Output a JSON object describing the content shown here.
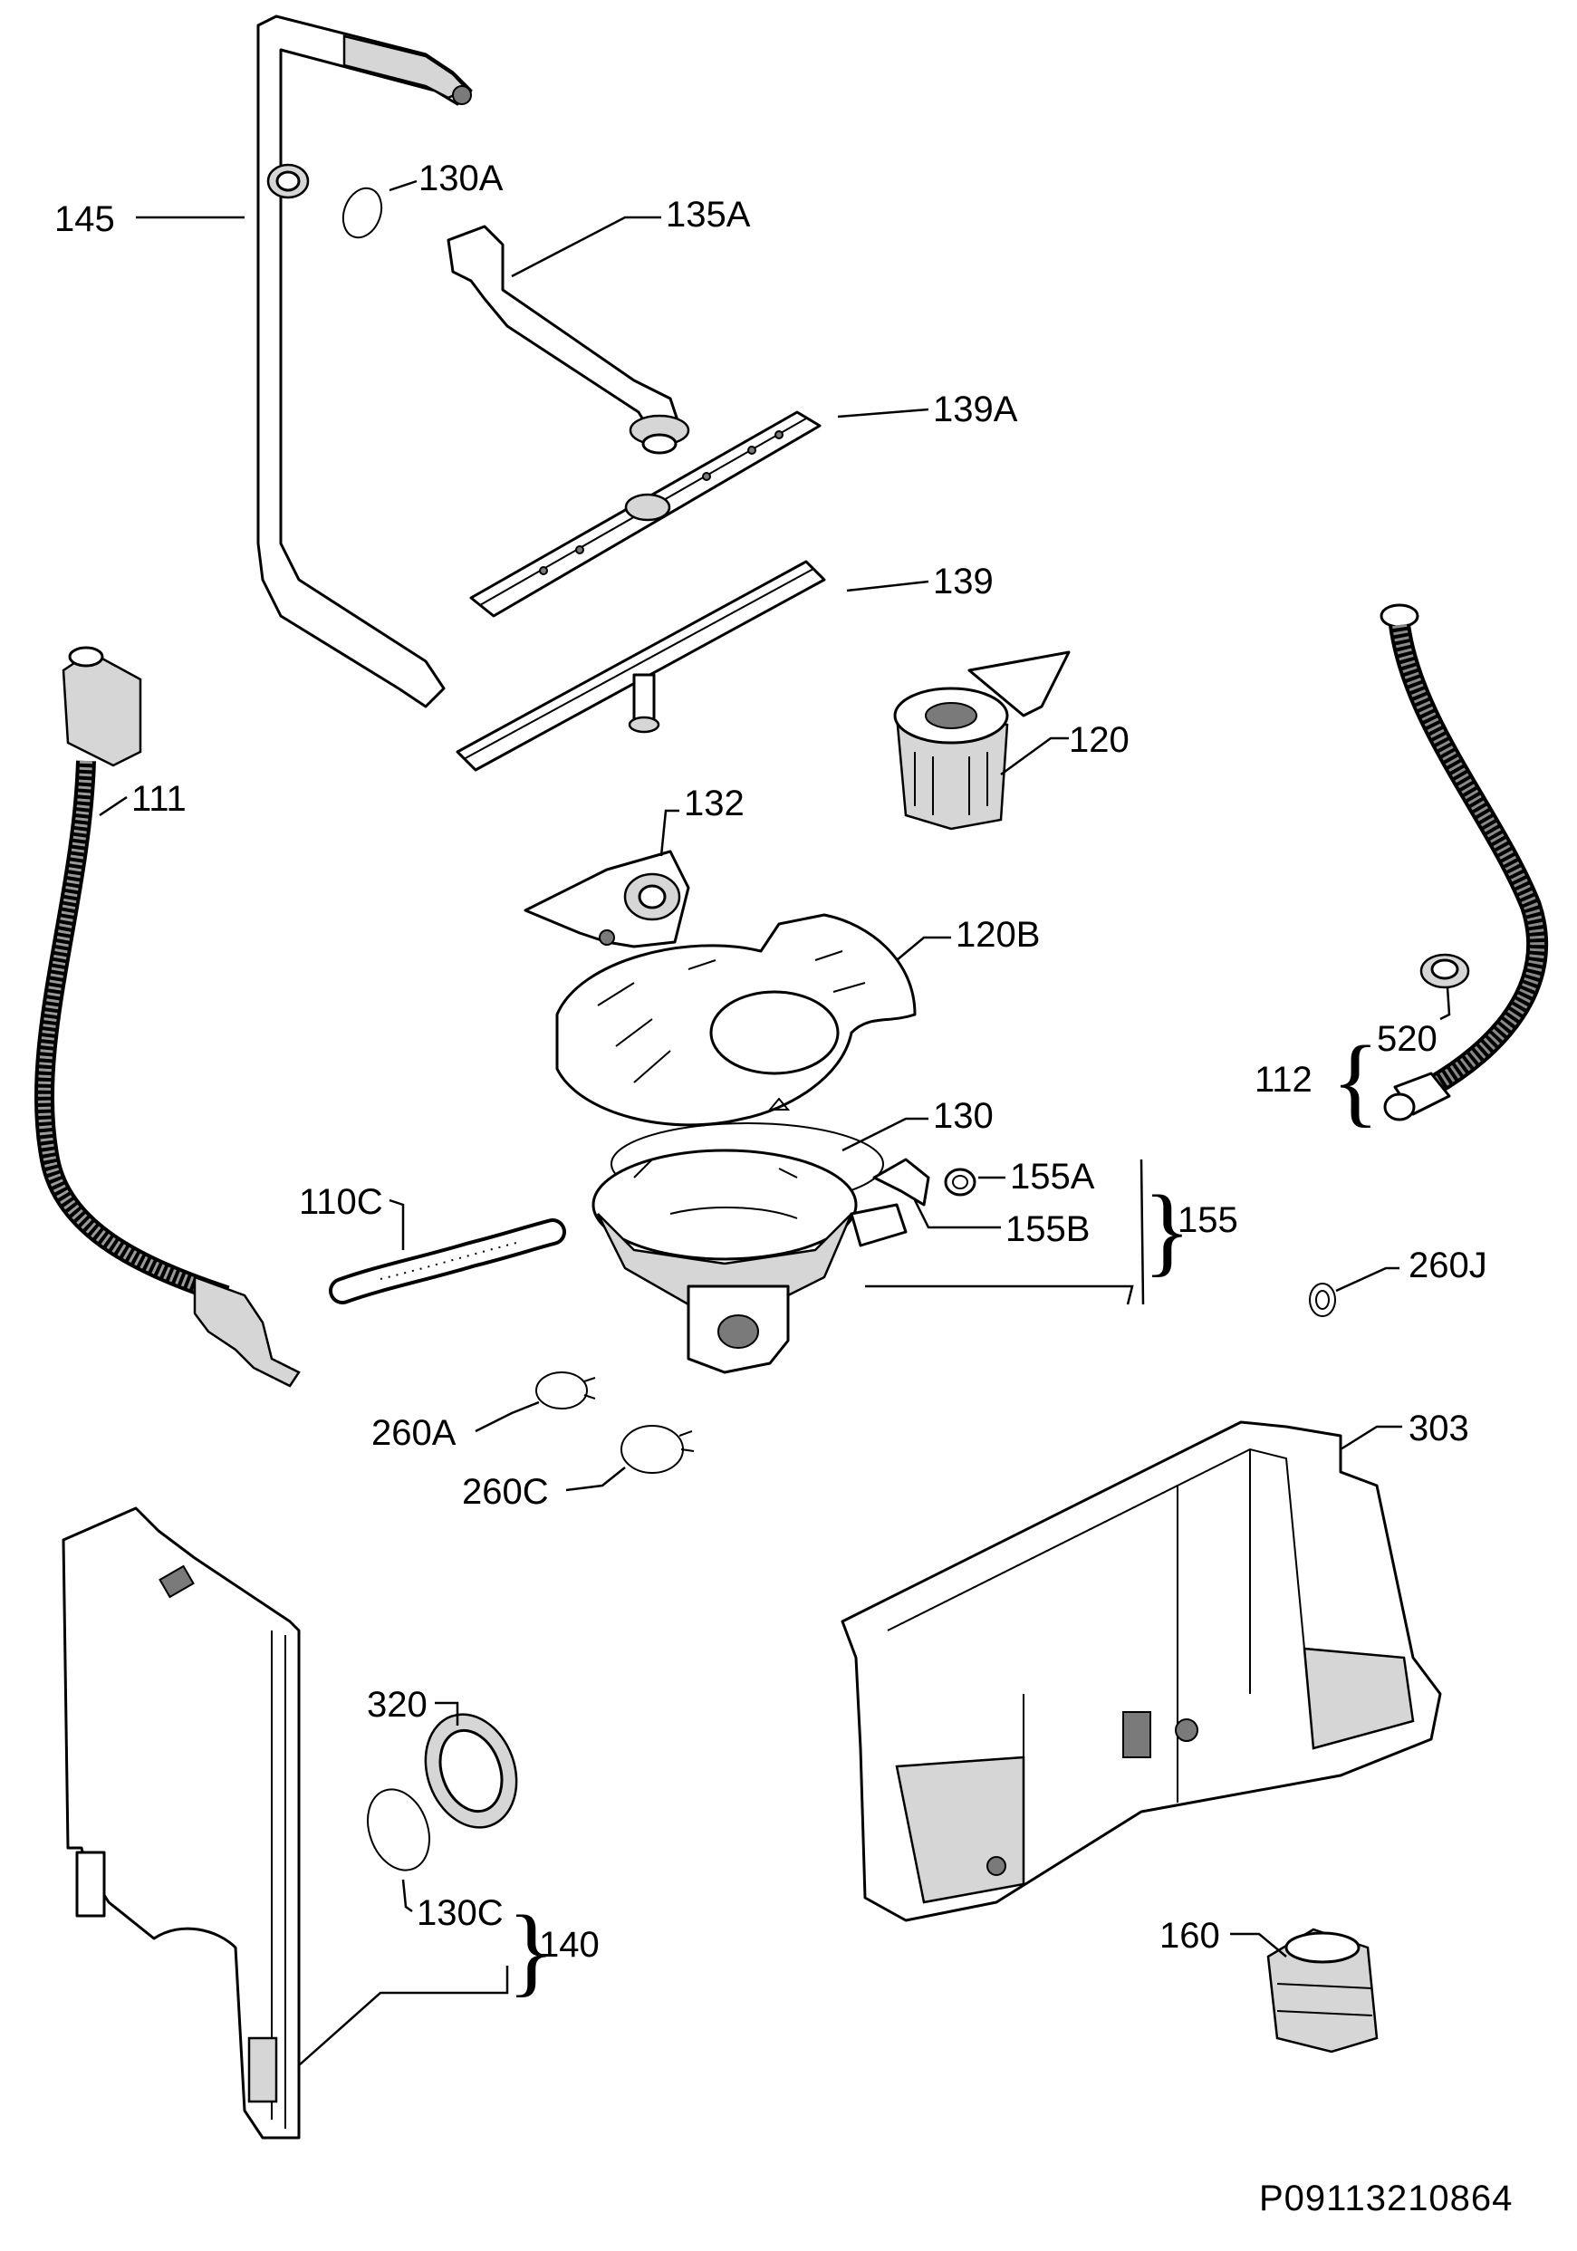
{
  "labels": {
    "l145": "145",
    "l130a": "130A",
    "l135a": "135A",
    "l139a": "139A",
    "l139": "139",
    "l111": "111",
    "l120": "120",
    "l132": "132",
    "l120b": "120B",
    "l130": "130",
    "l155a": "155A",
    "l155b": "155B",
    "l155": "155",
    "l110c": "110C",
    "l520": "520",
    "l112": "112",
    "l260j": "260J",
    "l260a": "260A",
    "l260c": "260C",
    "l303": "303",
    "l320": "320",
    "l130c": "130C",
    "l140": "140",
    "l160": "160"
  },
  "document_id": "P09113210864"
}
